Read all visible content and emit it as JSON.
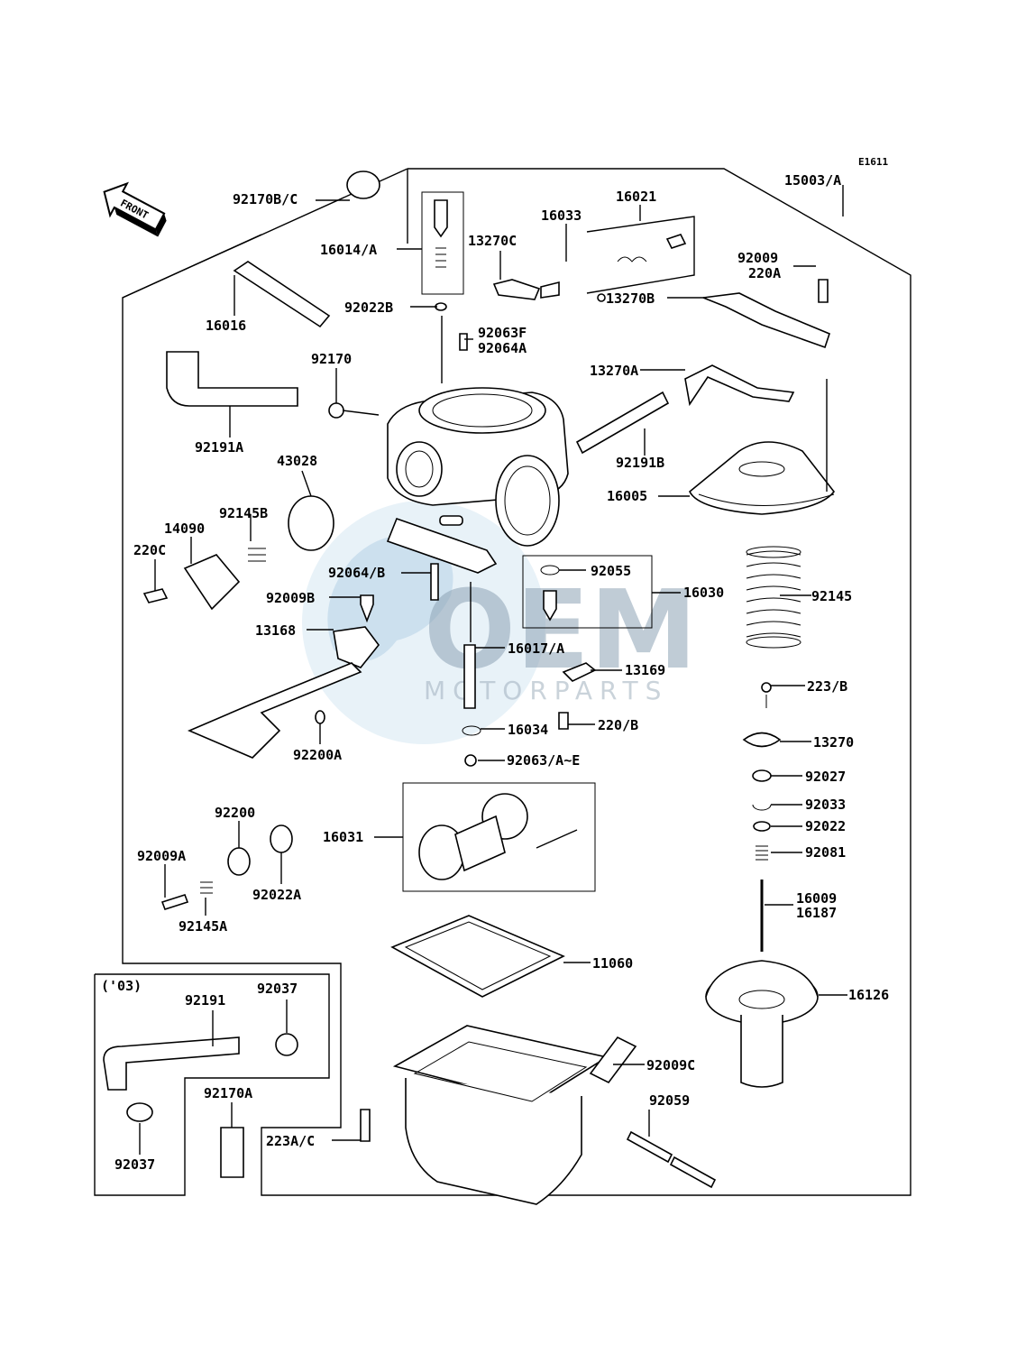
{
  "diagram_code": "E1611",
  "front_label": "FRONT",
  "watermark": {
    "brand": "OEM",
    "sub": "MOTORPARTS"
  },
  "inset_label": "('03)",
  "parts": {
    "p15003": "15003/A",
    "p92170bc": "92170B/C",
    "p16014": "16014/A",
    "p16033": "16033",
    "p16021": "16021",
    "p13270c": "13270C",
    "p92009": "92009",
    "p220a": "220A",
    "p16016": "16016",
    "p92022b": "92022B",
    "p13270b": "13270B",
    "p92063f": "92063F",
    "p92064a": "92064A",
    "p92170": "92170",
    "p13270a": "13270A",
    "p92191a": "92191A",
    "p92191b": "92191B",
    "p43028": "43028",
    "p16005": "16005",
    "p92145b": "92145B",
    "p14090": "14090",
    "p220c": "220C",
    "p92064b": "92064/B",
    "p92055": "92055",
    "p16030": "16030",
    "p92145": "92145",
    "p92009b": "92009B",
    "p13168": "13168",
    "p16017": "16017/A",
    "p13169": "13169",
    "p223b": "223/B",
    "p16034": "16034",
    "p220b": "220/B",
    "p92200a": "92200A",
    "p13270": "13270",
    "p92063": "92063/A~E",
    "p92027": "92027",
    "p92033": "92033",
    "p92200": "92200",
    "p92022": "92022",
    "p16031": "16031",
    "p92009a": "92009A",
    "p92081": "92081",
    "p92022a": "92022A",
    "p16009": "16009",
    "p16187": "16187",
    "p92145a": "92145A",
    "p11060": "11060",
    "p16126": "16126",
    "p92191": "92191",
    "p92037top": "92037",
    "p92009c": "92009C",
    "p92170a": "92170A",
    "p92059": "92059",
    "p223ac": "223A/C",
    "p92037bot": "92037"
  }
}
